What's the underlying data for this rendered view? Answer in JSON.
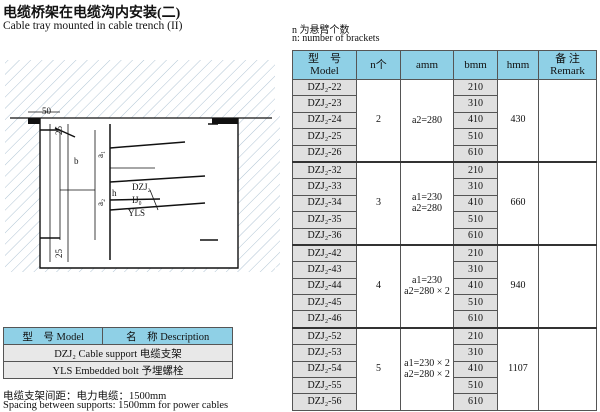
{
  "title_cn": "电缆桥架在电缆沟内安装(二)",
  "title_en": "Cable tray mounted in cable trench (II)",
  "note_cn": "n 为悬臂个数",
  "note_en": "n: number of brackets",
  "drawing_labels": {
    "d50": "50",
    "d25a": "25",
    "d25b": "25",
    "a1": "a₁",
    "a2": "a₂",
    "b": "b",
    "h": "h",
    "dzj": "DZJ₂",
    "ij": "IJ₀",
    "yls": "YLS"
  },
  "table": {
    "headers": {
      "model_cn": "型　号",
      "model_en": "Model",
      "n": "n个",
      "amm": "amm",
      "bmm": "bmm",
      "hmm": "hmm",
      "remark_cn": "备 注",
      "remark_en": "Remark"
    },
    "groups": [
      {
        "n": "2",
        "a": "a2=280",
        "h": "430",
        "rows": [
          {
            "model": "DZJ₂-22",
            "b": "210"
          },
          {
            "model": "DZJ₂-23",
            "b": "310"
          },
          {
            "model": "DZJ₂-24",
            "b": "410"
          },
          {
            "model": "DZJ₂-25",
            "b": "510"
          },
          {
            "model": "DZJ₂-26",
            "b": "610"
          }
        ]
      },
      {
        "n": "3",
        "a": "a1=230\na2=280",
        "h": "660",
        "rows": [
          {
            "model": "DZJ₂-32",
            "b": "210"
          },
          {
            "model": "DZJ₂-33",
            "b": "310"
          },
          {
            "model": "DZJ₂-34",
            "b": "410"
          },
          {
            "model": "DZJ₂-35",
            "b": "510"
          },
          {
            "model": "DZJ₂-36",
            "b": "610"
          }
        ]
      },
      {
        "n": "4",
        "a": "a1=230\na2=280 × 2",
        "h": "940",
        "rows": [
          {
            "model": "DZJ₂-42",
            "b": "210"
          },
          {
            "model": "DZJ₂-43",
            "b": "310"
          },
          {
            "model": "DZJ₂-44",
            "b": "410"
          },
          {
            "model": "DZJ₂-45",
            "b": "510"
          },
          {
            "model": "DZJ₂-46",
            "b": "610"
          }
        ]
      },
      {
        "n": "5",
        "a": "a1=230 × 2\na2=280 × 2",
        "h": "1107",
        "rows": [
          {
            "model": "DZJ₂-52",
            "b": "210"
          },
          {
            "model": "DZJ₂-53",
            "b": "310"
          },
          {
            "model": "DZJ₂-54",
            "b": "410"
          },
          {
            "model": "DZJ₂-55",
            "b": "510"
          },
          {
            "model": "DZJ₂-56",
            "b": "610"
          }
        ]
      }
    ]
  },
  "legend": {
    "col1": "型　号 Model",
    "col2": "名　称 Description",
    "rows": [
      "DZJ₂  Cable support  电缆支架",
      "YLS  Embedded bolt  予埋螺栓"
    ]
  },
  "footer_cn": "电缆支架间距：电力电缆：1500mm",
  "footer_en": "Spacing between supports: 1500mm for power cables"
}
